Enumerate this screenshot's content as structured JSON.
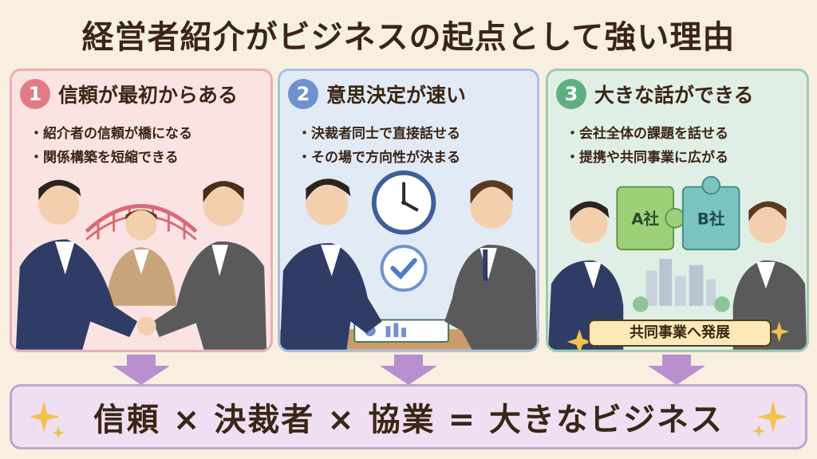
{
  "title": "経営者紹介がビジネスの起点として強い理由",
  "panels": [
    {
      "number": "1",
      "title": "信頼が最初からある",
      "bullets": [
        "紹介者の信頼が橋になる",
        "関係構築を短縮できる"
      ]
    },
    {
      "number": "2",
      "title": "意思決定が速い",
      "bullets": [
        "決裁者同士で直接話せる",
        "その場で方向性が決まる"
      ]
    },
    {
      "number": "3",
      "title": "大きな話ができる",
      "bullets": [
        "会社全体の課題を話せる",
        "提携や共同事業に広がる"
      ],
      "puzzle_a": "A社",
      "puzzle_b": "B社",
      "badge": "共同事業へ発展"
    }
  ],
  "formula": "信頼 × 決裁者 × 協業 = 大きなビジネス",
  "colors": {
    "panel1": "#fbe3e3",
    "panel2": "#e2eaf6",
    "panel3": "#e0efe6",
    "bottom": "#eee0f2",
    "arrow": "#b98fcf"
  },
  "icons": [
    "bridge-icon",
    "clock-icon",
    "checkmark-icon",
    "puzzle-icon",
    "sparkle-icon",
    "down-arrow-icon"
  ]
}
